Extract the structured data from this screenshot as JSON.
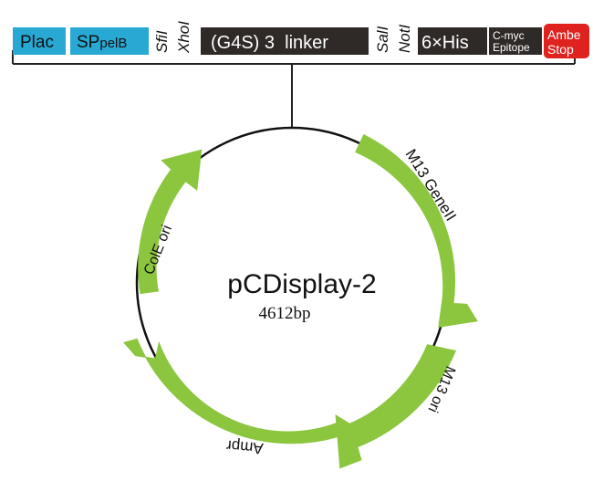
{
  "plasmid": {
    "name": "pCDisplay-2",
    "size": "4612bp"
  },
  "cassette": {
    "blocks": [
      {
        "id": "plac",
        "label": "Plac",
        "color": "#27a9d4",
        "text_color": "#111111"
      },
      {
        "id": "sppelb",
        "label": "SP",
        "sub": "pelB",
        "color": "#27a9d4",
        "text_color": "#111111"
      },
      {
        "id": "linker",
        "label": "(G4S) 3  linker",
        "color": "#2f2a27",
        "text_color": "#ffffff"
      },
      {
        "id": "his",
        "label": "6×His",
        "color": "#2f2a27",
        "text_color": "#ffffff"
      },
      {
        "id": "cmyc",
        "label": "C-myc",
        "label2": "Epitope",
        "color": "#2f2a27",
        "text_color": "#ffffff"
      },
      {
        "id": "amber",
        "label": "Ambe",
        "label2": "Stop",
        "color": "#e0221e",
        "text_color": "#ffffff"
      }
    ],
    "sites": [
      {
        "id": "sfii",
        "label": "SfiI"
      },
      {
        "id": "xhoi",
        "label": "XhoI"
      },
      {
        "id": "sali",
        "label": "SalI"
      },
      {
        "id": "noti",
        "label": "NotI"
      }
    ]
  },
  "features": [
    {
      "id": "m13-geneii",
      "label": "M13 GeneII",
      "color": "#8cc63f"
    },
    {
      "id": "m13-ori",
      "label": "M13 ori",
      "color": "#8cc63f"
    },
    {
      "id": "ampr",
      "label": "Ampr",
      "color": "#8cc63f"
    },
    {
      "id": "cole-ori",
      "label": "ColE ori",
      "color": "#8cc63f"
    }
  ]
}
